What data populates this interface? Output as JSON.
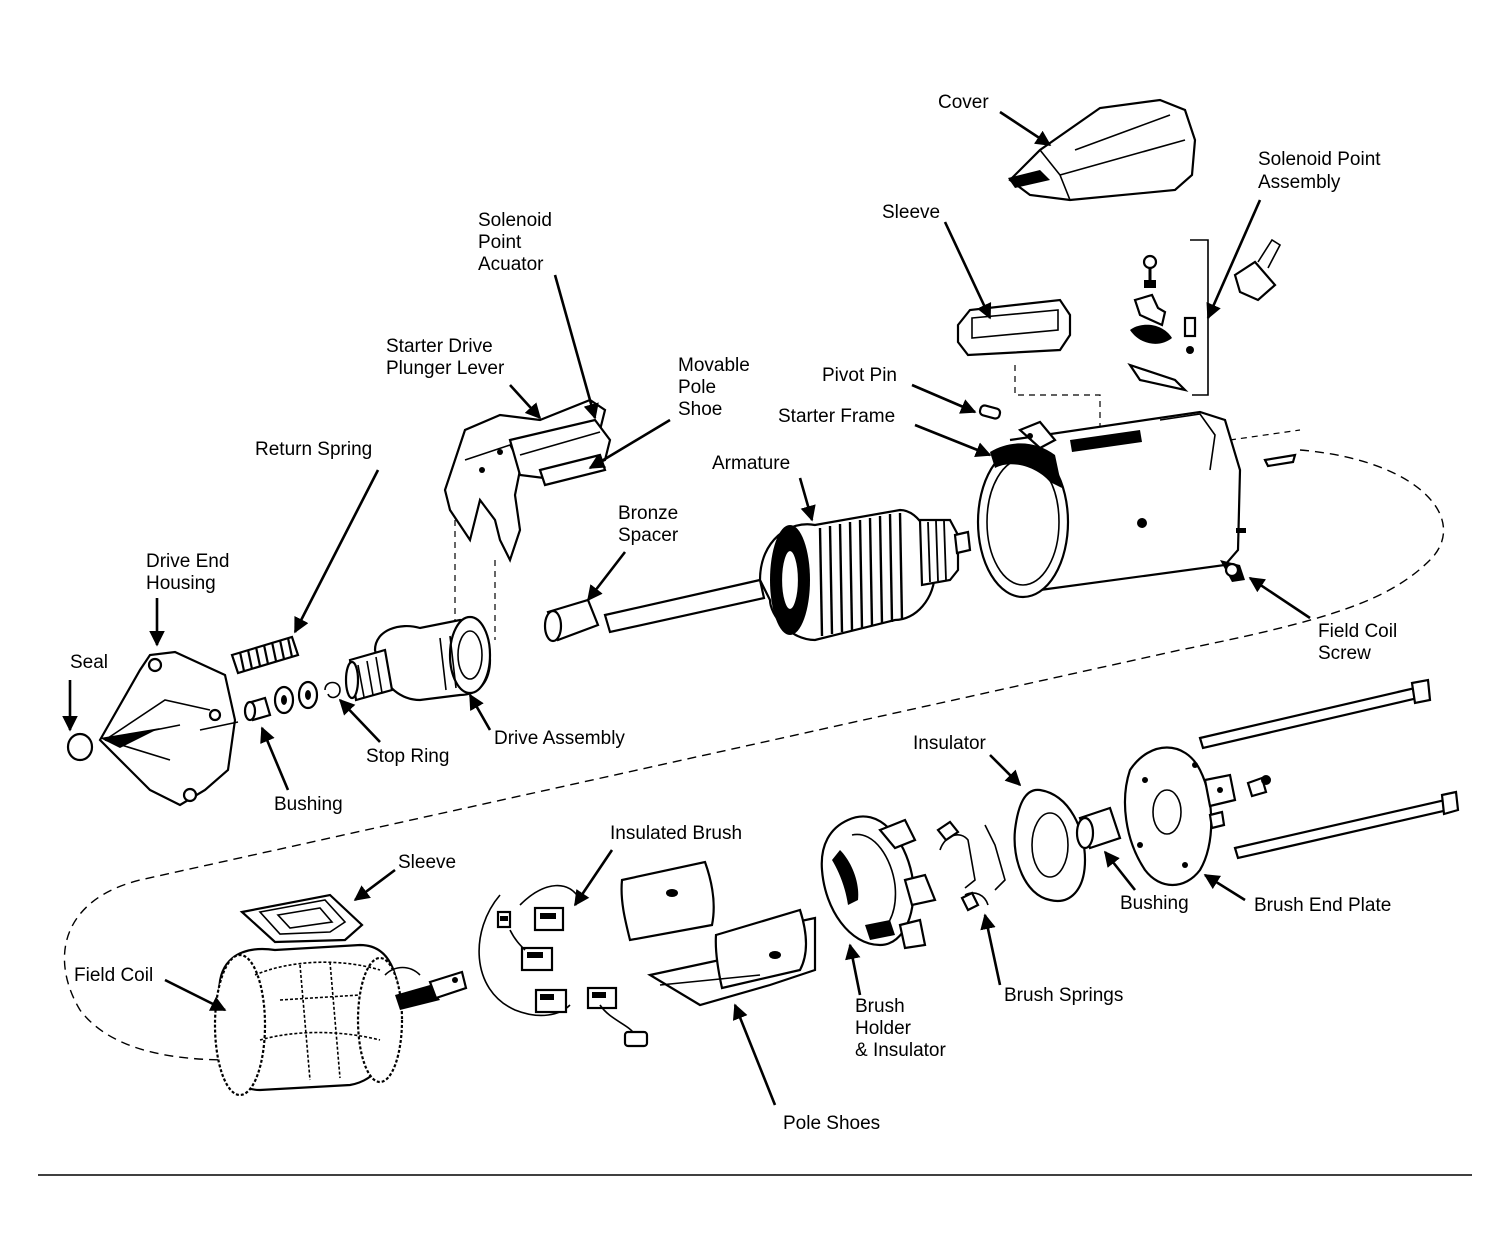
{
  "labels": {
    "cover": "Cover",
    "solenoid_point_assembly_1": "Solenoid Point",
    "solenoid_point_assembly_2": "Assembly",
    "sleeve_top": "Sleeve",
    "solenoid_point_acuator_1": "Solenoid",
    "solenoid_point_acuator_2": "Point",
    "solenoid_point_acuator_3": "Acuator",
    "starter_drive_plunger_lever_1": "Starter Drive",
    "starter_drive_plunger_lever_2": "Plunger Lever",
    "movable_pole_shoe_1": "Movable",
    "movable_pole_shoe_2": "Pole",
    "movable_pole_shoe_3": "Shoe",
    "pivot_pin": "Pivot Pin",
    "starter_frame": "Starter Frame",
    "return_spring": "Return Spring",
    "armature": "Armature",
    "bronze_spacer_1": "Bronze",
    "bronze_spacer_2": "Spacer",
    "drive_end_housing_1": "Drive End",
    "drive_end_housing_2": "Housing",
    "seal": "Seal",
    "field_coil_screw_1": "Field Coil",
    "field_coil_screw_2": "Screw",
    "stop_ring": "Stop Ring",
    "drive_assembly": "Drive Assembly",
    "bushing_front": "Bushing",
    "insulator": "Insulator",
    "insulated_brush": "Insulated Brush",
    "sleeve_bottom": "Sleeve",
    "field_coil": "Field Coil",
    "bushing_rear": "Bushing",
    "brush_end_plate": "Brush End Plate",
    "brush_springs": "Brush Springs",
    "brush_holder_insulator_1": "Brush",
    "brush_holder_insulator_2": "Holder",
    "brush_holder_insulator_3": "& Insulator",
    "pole_shoes": "Pole Shoes"
  }
}
